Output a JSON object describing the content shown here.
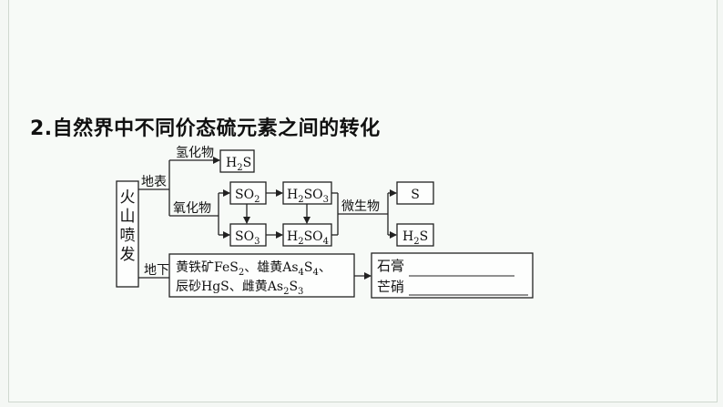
{
  "heading": {
    "number": "2.",
    "title": "自然界中不同价态硫元素之间的转化"
  },
  "source": {
    "chars": [
      "火",
      "山",
      "喷",
      "发"
    ]
  },
  "branches": {
    "surface": "地表",
    "underground": "地下",
    "hydride": "氢化物",
    "oxide": "氧化物",
    "microbe": "微生物"
  },
  "species": {
    "h2s_top": {
      "base": "H",
      "sub": "2",
      "rest": "S"
    },
    "so2": {
      "base": "SO",
      "sub": "2"
    },
    "so3": {
      "base": "SO",
      "sub": "3"
    },
    "h2so3": {
      "a": "H",
      "s1": "2",
      "b": "SO",
      "s2": "3"
    },
    "h2so4": {
      "a": "H",
      "s1": "2",
      "b": "SO",
      "s2": "4"
    },
    "s": "S",
    "h2s_right": {
      "base": "H",
      "sub": "2",
      "rest": "S"
    }
  },
  "minerals": {
    "line1": {
      "pyrite": "黄铁矿FeS",
      "pyrite_sub": "2",
      "sep": "、",
      "realgar": "雄黄As",
      "realgar_sub1": "4",
      "realgar_s": "S",
      "realgar_sub2": "4",
      "tail": "、"
    },
    "line2": {
      "cinnabar": "辰砂HgS",
      "sep": "、",
      "orpiment": "雌黄As",
      "orpiment_sub1": "2",
      "orpiment_s": "S",
      "orpiment_sub2": "3"
    }
  },
  "products": {
    "gypsum": "石膏",
    "mirabilite": "芒硝"
  }
}
